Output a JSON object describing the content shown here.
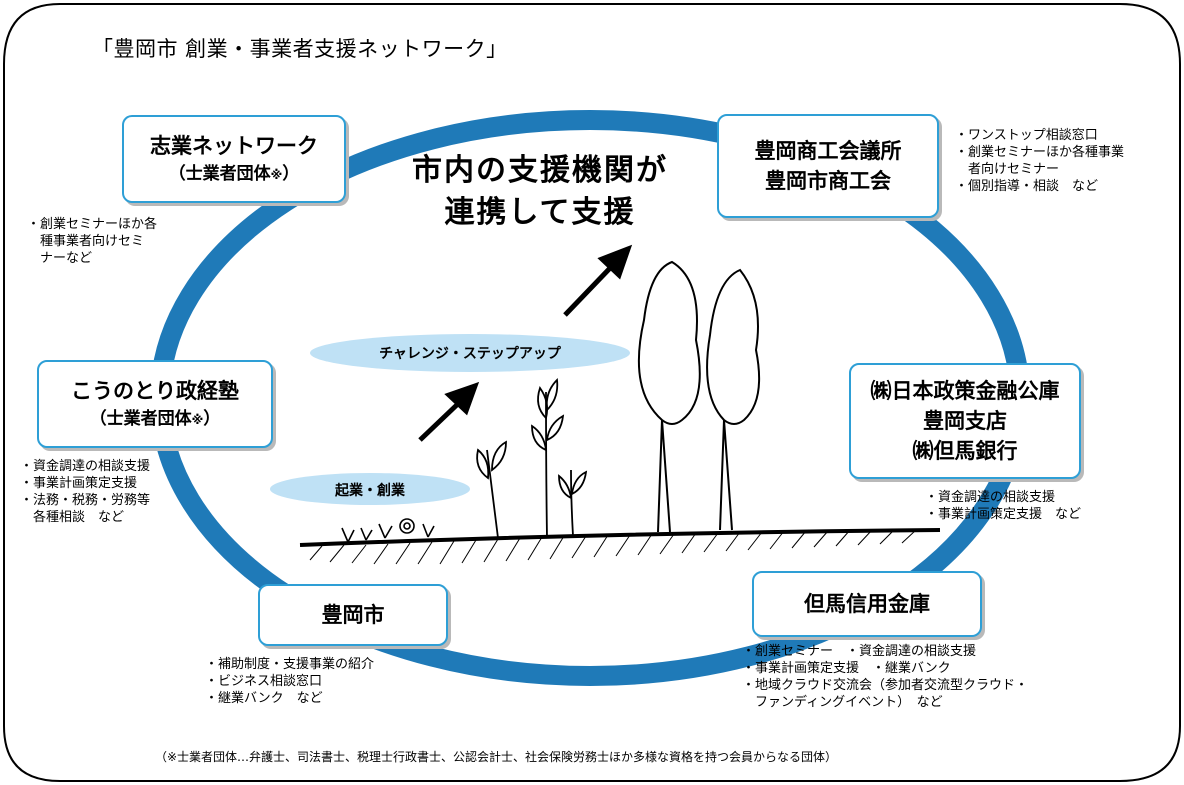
{
  "title": "「豊岡市 創業・事業者支援ネットワーク」",
  "center_title": [
    "市内の支援機関が",
    "連携して支援"
  ],
  "stages": {
    "lower": "起業・創業",
    "upper": "チャレンジ・ステップアップ"
  },
  "nodes": {
    "shigyo": {
      "line1": "志業ネットワーク",
      "line2": "（士業者団体",
      "mark": "※",
      "close": "）",
      "desc": "・創業セミナーほか各\n　種事業者向けセミ\n　ナーなど"
    },
    "kounotori": {
      "line1": "こうのとり政経塾",
      "line2": "（士業者団体",
      "mark": "※",
      "close": "）",
      "desc": "・資金調達の相談支援\n・事業計画策定支援\n・法務・税務・労務等\n　各種相談　など"
    },
    "toyooka_city": {
      "line1": "豊岡市",
      "desc": "・補助制度・支援事業の紹介\n・ビジネス相談窓口\n・継業バンク　など"
    },
    "chamber": {
      "line1": "豊岡商工会議所",
      "line2": "豊岡市商工会",
      "desc": "・ワンストップ相談窓口\n・創業セミナーほか各種事業\n　者向けセミナー\n・個別指導・相談　など"
    },
    "jfc": {
      "line1": "㈱日本政策金融公庫",
      "line2": "豊岡支店",
      "line3": "㈱但馬銀行",
      "desc": "・資金調達の相談支援\n・事業計画策定支援　など"
    },
    "tajima_shinkin": {
      "line1": "但馬信用金庫",
      "desc": "・創業セミナー　・資金調達の相談支援\n・事業計画策定支援　・継業バンク\n・地域クラウド交流会（参加者交流型クラウド・\n　ファンディングイベント）　など"
    }
  },
  "footnote": "（※士業者団体…弁護士、司法書士、税理士行政書士、公認会計士、社会保険労務士ほか多様な資格を持つ会員からなる団体）",
  "colors": {
    "ring": "#1f7ab8",
    "box_border": "#2e9fd6",
    "ellipse": "#bfe1f5"
  }
}
